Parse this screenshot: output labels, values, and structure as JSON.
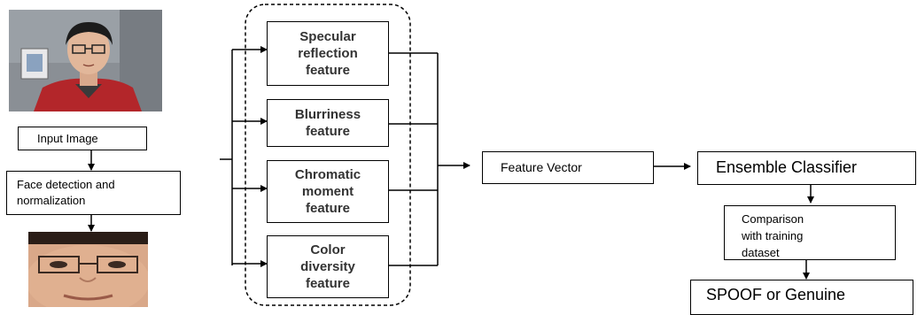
{
  "left_pipeline": {
    "input_image_label": "Input Image",
    "face_detection_label_line1": "Face detection and",
    "face_detection_label_line2": "normalization"
  },
  "features": [
    {
      "line1": "Specular",
      "line2": "reflection",
      "line3": "feature"
    },
    {
      "line1": "Blurriness",
      "line2": "feature"
    },
    {
      "line1": "Chromatic",
      "line2": "moment",
      "line3": "feature"
    },
    {
      "line1": "Color",
      "line2": "diversity",
      "line3": "feature"
    }
  ],
  "feature_vector_label": "Feature Vector",
  "ensemble_classifier_label": "Ensemble Classifier",
  "comparison_line1": "Comparison",
  "comparison_line2": "with training",
  "comparison_line3": "dataset",
  "output_label": "SPOOF or Genuine",
  "colors": {
    "line": "#000000",
    "feature_text": "#333333",
    "photo_background": "#8a8f95",
    "shirt": "#b3262a"
  }
}
